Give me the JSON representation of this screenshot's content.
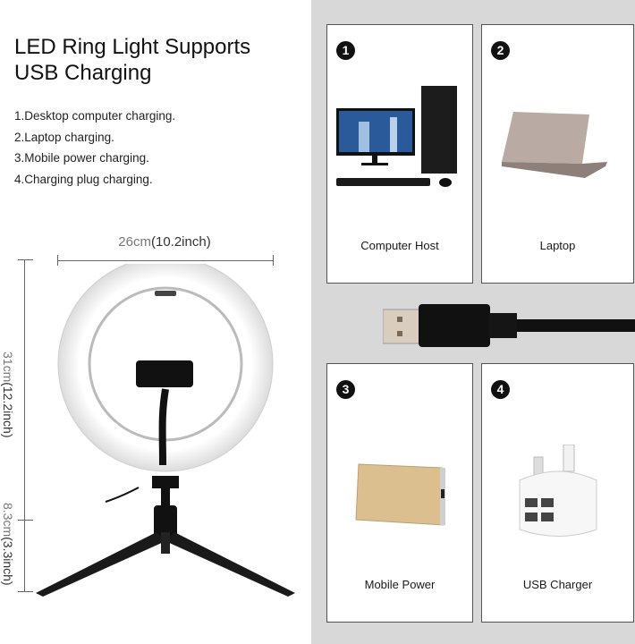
{
  "heading": {
    "title_line1": "LED Ring Light Supports",
    "title_line2": "USB Charging"
  },
  "features": [
    "1.Desktop computer charging.",
    "2.Laptop charging.",
    "3.Mobile power charging.",
    "4.Charging plug charging."
  ],
  "dimensions": {
    "width_cm": "26cm",
    "width_in": "(10.2inch)",
    "height_cm": "31cm",
    "height_in": "(12.2inch)",
    "base_cm": "8.3cm",
    "base_in": "(3.3inch)"
  },
  "cards": [
    {
      "number": "1",
      "label": "Computer Host"
    },
    {
      "number": "2",
      "label": "Laptop"
    },
    {
      "number": "3",
      "label": "Mobile Power"
    },
    {
      "number": "4",
      "label": "USB Charger"
    }
  ],
  "colors": {
    "panel_bg": "#d8d8d8",
    "card_border": "#555555",
    "badge_bg": "#111111",
    "power_bank": "#dcbf8e"
  }
}
